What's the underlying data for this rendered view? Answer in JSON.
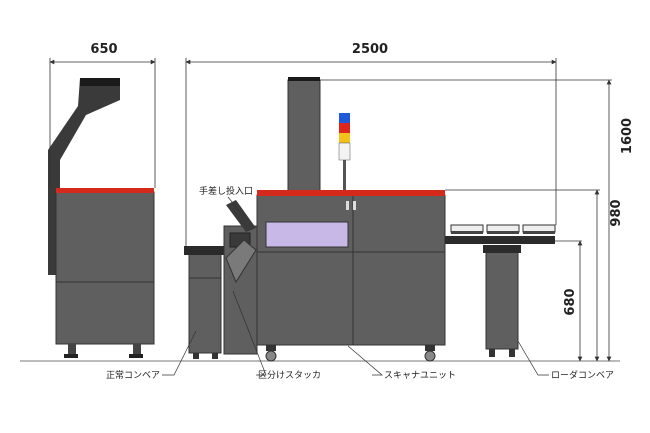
{
  "dimensions": {
    "width_side": "650",
    "width_total": "2500",
    "height_total": "1600",
    "height_top": "980",
    "height_conveyor": "680"
  },
  "labels": {
    "manual_feed": "手差し投入口",
    "normal_conveyor": "正常コンベア",
    "sort_stacker": "区分けスタッカ",
    "scanner_unit": "スキャナユニット",
    "loader_conveyor": "ローダコンベア"
  },
  "colors": {
    "body": "#5f5f5f",
    "dark": "#2b2b2b",
    "accent_red": "#d42a1c",
    "window": "#c7b8e8",
    "lamp_blue": "#1f5bd8",
    "lamp_red": "#e0261c",
    "lamp_yellow": "#f2c21a"
  }
}
